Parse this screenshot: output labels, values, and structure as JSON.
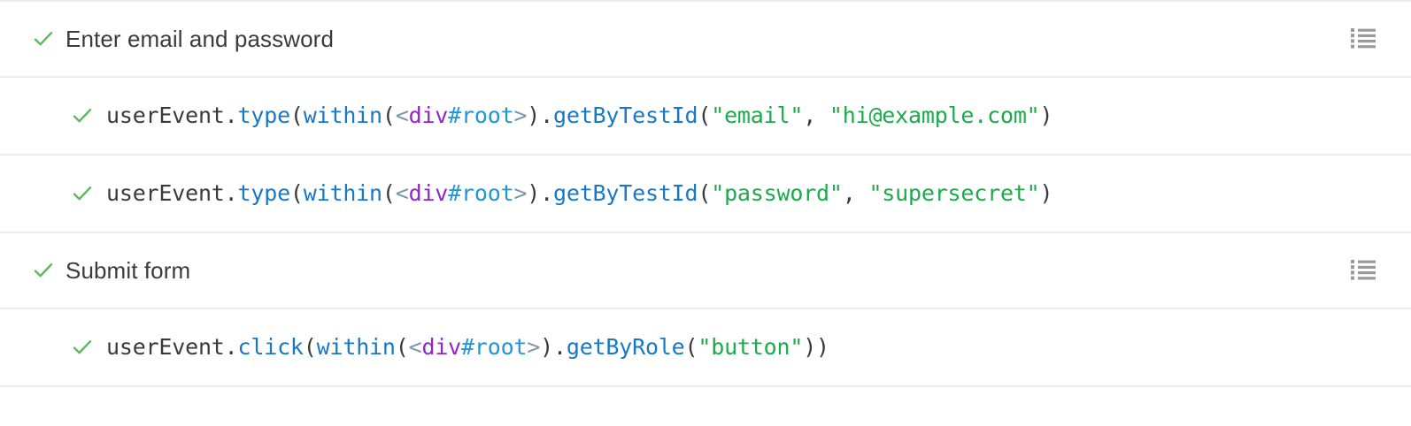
{
  "theme": {
    "background": "#ffffff",
    "divider": "#ececec",
    "pass_green": "#5cb85c",
    "text_dark": "#3b3b3b",
    "code_function_blue": "#1878c8",
    "code_string_green": "#1caa4b",
    "code_tag_punct": "#7e93a8",
    "code_tag_name_purple": "#9126c9",
    "code_tag_id_blue": "#2196d8",
    "log_icon_gray": "#9a9a9a"
  },
  "icons": {
    "pass_check": "check-icon",
    "log": "log-list-icon"
  },
  "rows": [
    {
      "kind": "group",
      "status": "passed",
      "title": "Enter email and password",
      "has_log_icon": true
    },
    {
      "kind": "assertion",
      "status": "passed",
      "code": {
        "parts": [
          {
            "text": "userEvent.",
            "type": "plain"
          },
          {
            "text": "type",
            "type": "fn"
          },
          {
            "text": "(",
            "type": "plain"
          },
          {
            "text": "within",
            "type": "fn"
          },
          {
            "text": "(",
            "type": "plain"
          },
          {
            "text": "<",
            "type": "tagpunc"
          },
          {
            "text": "div",
            "type": "tagname"
          },
          {
            "text": "#root",
            "type": "tagid"
          },
          {
            "text": ">",
            "type": "tagpunc"
          },
          {
            "text": ").",
            "type": "plain"
          },
          {
            "text": "getByTestId",
            "type": "fn"
          },
          {
            "text": "(",
            "type": "plain"
          },
          {
            "text": "\"email\"",
            "type": "str"
          },
          {
            "text": ", ",
            "type": "plain"
          },
          {
            "text": "\"hi@example.com\"",
            "type": "str"
          },
          {
            "text": ")",
            "type": "plain"
          }
        ],
        "plain_text": "userEvent.type(within(<div#root>).getByTestId(\"email\"), \"hi@example.com\")"
      },
      "has_log_icon": false
    },
    {
      "kind": "assertion",
      "status": "passed",
      "code": {
        "parts": [
          {
            "text": "userEvent.",
            "type": "plain"
          },
          {
            "text": "type",
            "type": "fn"
          },
          {
            "text": "(",
            "type": "plain"
          },
          {
            "text": "within",
            "type": "fn"
          },
          {
            "text": "(",
            "type": "plain"
          },
          {
            "text": "<",
            "type": "tagpunc"
          },
          {
            "text": "div",
            "type": "tagname"
          },
          {
            "text": "#root",
            "type": "tagid"
          },
          {
            "text": ">",
            "type": "tagpunc"
          },
          {
            "text": ").",
            "type": "plain"
          },
          {
            "text": "getByTestId",
            "type": "fn"
          },
          {
            "text": "(",
            "type": "plain"
          },
          {
            "text": "\"password\"",
            "type": "str"
          },
          {
            "text": ", ",
            "type": "plain"
          },
          {
            "text": "\"supersecret\"",
            "type": "str"
          },
          {
            "text": ")",
            "type": "plain"
          }
        ],
        "plain_text": "userEvent.type(within(<div#root>).getByTestId(\"password\"), \"supersecret\")"
      },
      "has_log_icon": false
    },
    {
      "kind": "group",
      "status": "passed",
      "title": "Submit form",
      "has_log_icon": true
    },
    {
      "kind": "assertion",
      "status": "passed",
      "code": {
        "parts": [
          {
            "text": "userEvent.",
            "type": "plain"
          },
          {
            "text": "click",
            "type": "fn"
          },
          {
            "text": "(",
            "type": "plain"
          },
          {
            "text": "within",
            "type": "fn"
          },
          {
            "text": "(",
            "type": "plain"
          },
          {
            "text": "<",
            "type": "tagpunc"
          },
          {
            "text": "div",
            "type": "tagname"
          },
          {
            "text": "#root",
            "type": "tagid"
          },
          {
            "text": ">",
            "type": "tagpunc"
          },
          {
            "text": ").",
            "type": "plain"
          },
          {
            "text": "getByRole",
            "type": "fn"
          },
          {
            "text": "(",
            "type": "plain"
          },
          {
            "text": "\"button\"",
            "type": "str"
          },
          {
            "text": "))",
            "type": "plain"
          }
        ],
        "plain_text": "userEvent.click(within(<div#root>).getByRole(\"button\"))"
      },
      "has_log_icon": false
    }
  ]
}
